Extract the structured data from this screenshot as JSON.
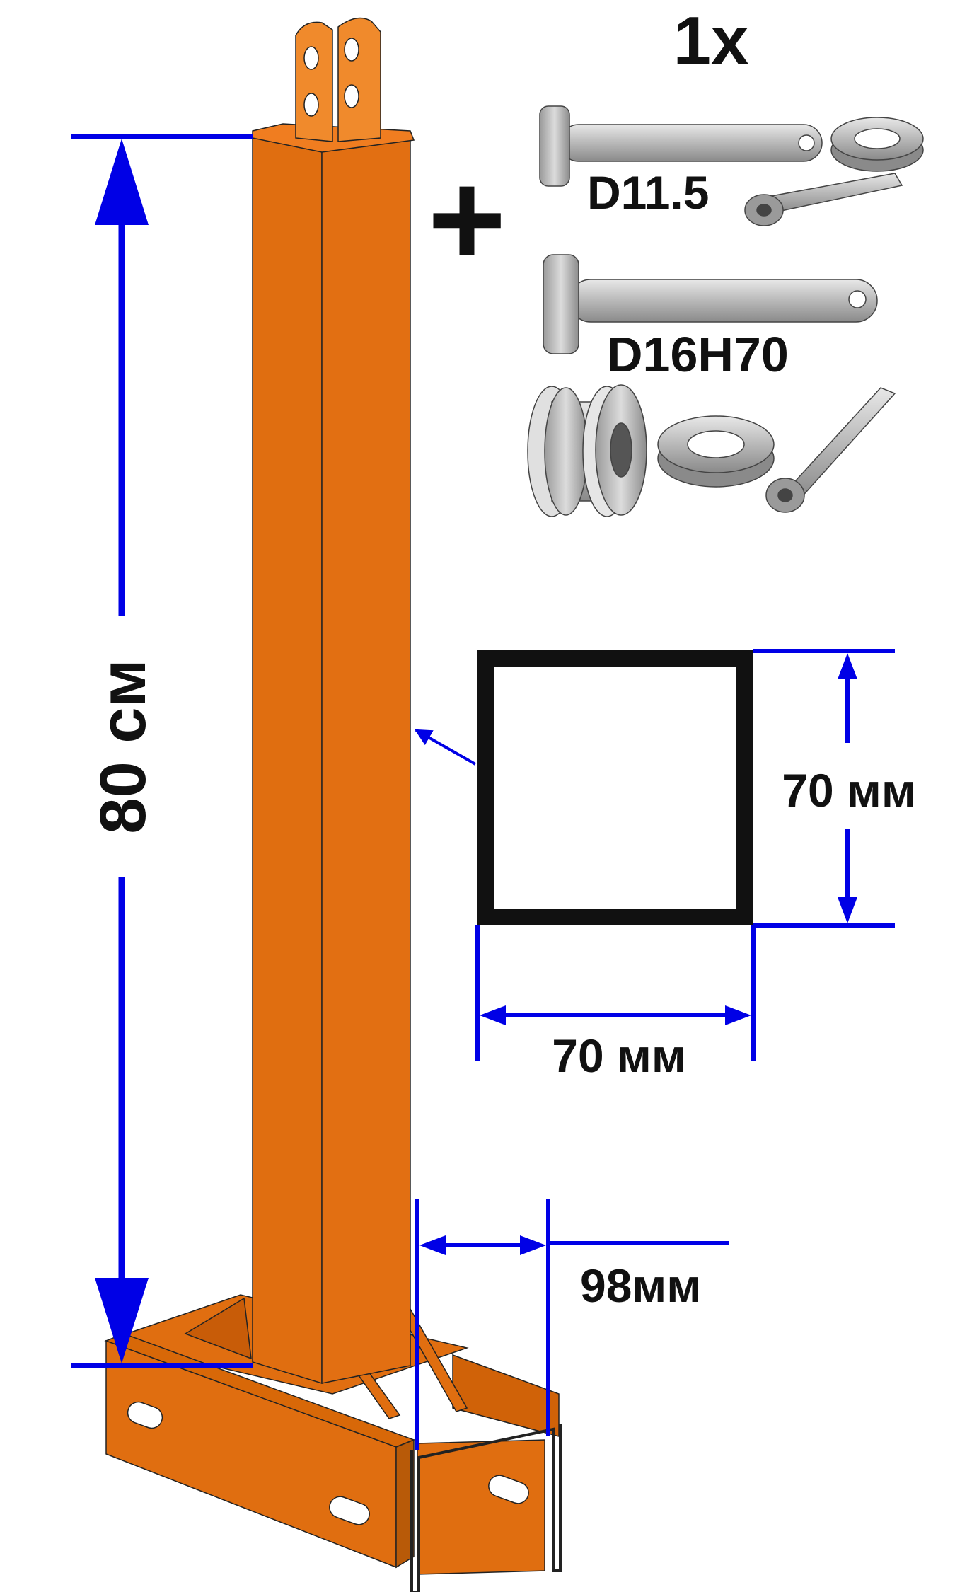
{
  "quantity_label": "1x",
  "plus_sign": "+",
  "height_label": "80 см",
  "pin_small_label": "D11.5",
  "pin_large_label": "D16H70",
  "profile_height_label": "70 мм",
  "profile_width_label": "70 мм",
  "channel_width_label": "98мм",
  "colors": {
    "frame": "#e06e10",
    "frame_dark": "#c85c08",
    "dimension": "#0000e6",
    "metal": "#b4b4b4",
    "ink": "#111111"
  }
}
